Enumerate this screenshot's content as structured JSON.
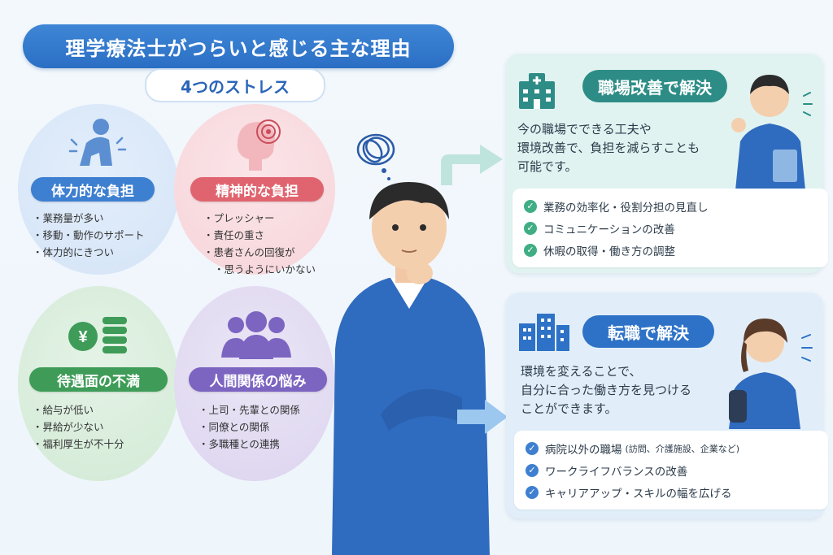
{
  "header": {
    "title": "理学療法士がつらいと感じる主な理由",
    "subtitle": "4つのストレス"
  },
  "stresses": [
    {
      "label": "体力的な負担",
      "icon": "tired-person-icon",
      "items": [
        "業務量が多い",
        "移動・動作のサポート",
        "体力的にきつい"
      ]
    },
    {
      "label": "精神的な負担",
      "icon": "stressed-head-icon",
      "items": [
        "プレッシャー",
        "責任の重さ",
        "患者さんの回復が",
        "思うようにいかない"
      ]
    },
    {
      "label": "待遇面の不満",
      "icon": "yen-coins-icon",
      "items": [
        "給与が低い",
        "昇給が少ない",
        "福利厚生が不十分"
      ]
    },
    {
      "label": "人間関係の悩み",
      "icon": "people-group-icon",
      "items": [
        "上司・先輩との関係",
        "同僚との関係",
        "多職種との連携"
      ]
    }
  ],
  "solutions": {
    "workplace": {
      "title": "職場改善で解決",
      "icon": "hospital-icon",
      "description": [
        "今の職場でできる工夫や",
        "環境改善で、負担を減らすことも",
        "可能です。"
      ],
      "checks": [
        "業務の効率化・役割分担の見直し",
        "コミュニケーションの改善",
        "休暇の取得・働き方の調整"
      ]
    },
    "jobchange": {
      "title": "転職で解決",
      "icon": "office-building-icon",
      "description": [
        "環境を変えることで、",
        "自分に合った働き方を見つける",
        "ことができます。"
      ],
      "checks": [
        "病院以外の職場",
        "ワークライフバランスの改善",
        "キャリアアップ・スキルの幅を広げる"
      ],
      "check_note": "(訪問、介護施設、企業など)"
    }
  },
  "colors": {
    "title_blue": "#2a6fc4",
    "blue": "#3d7fd1",
    "pink": "#e0646f",
    "green": "#3f9c58",
    "purple": "#7c64c1",
    "teal": "#2d8d86"
  }
}
